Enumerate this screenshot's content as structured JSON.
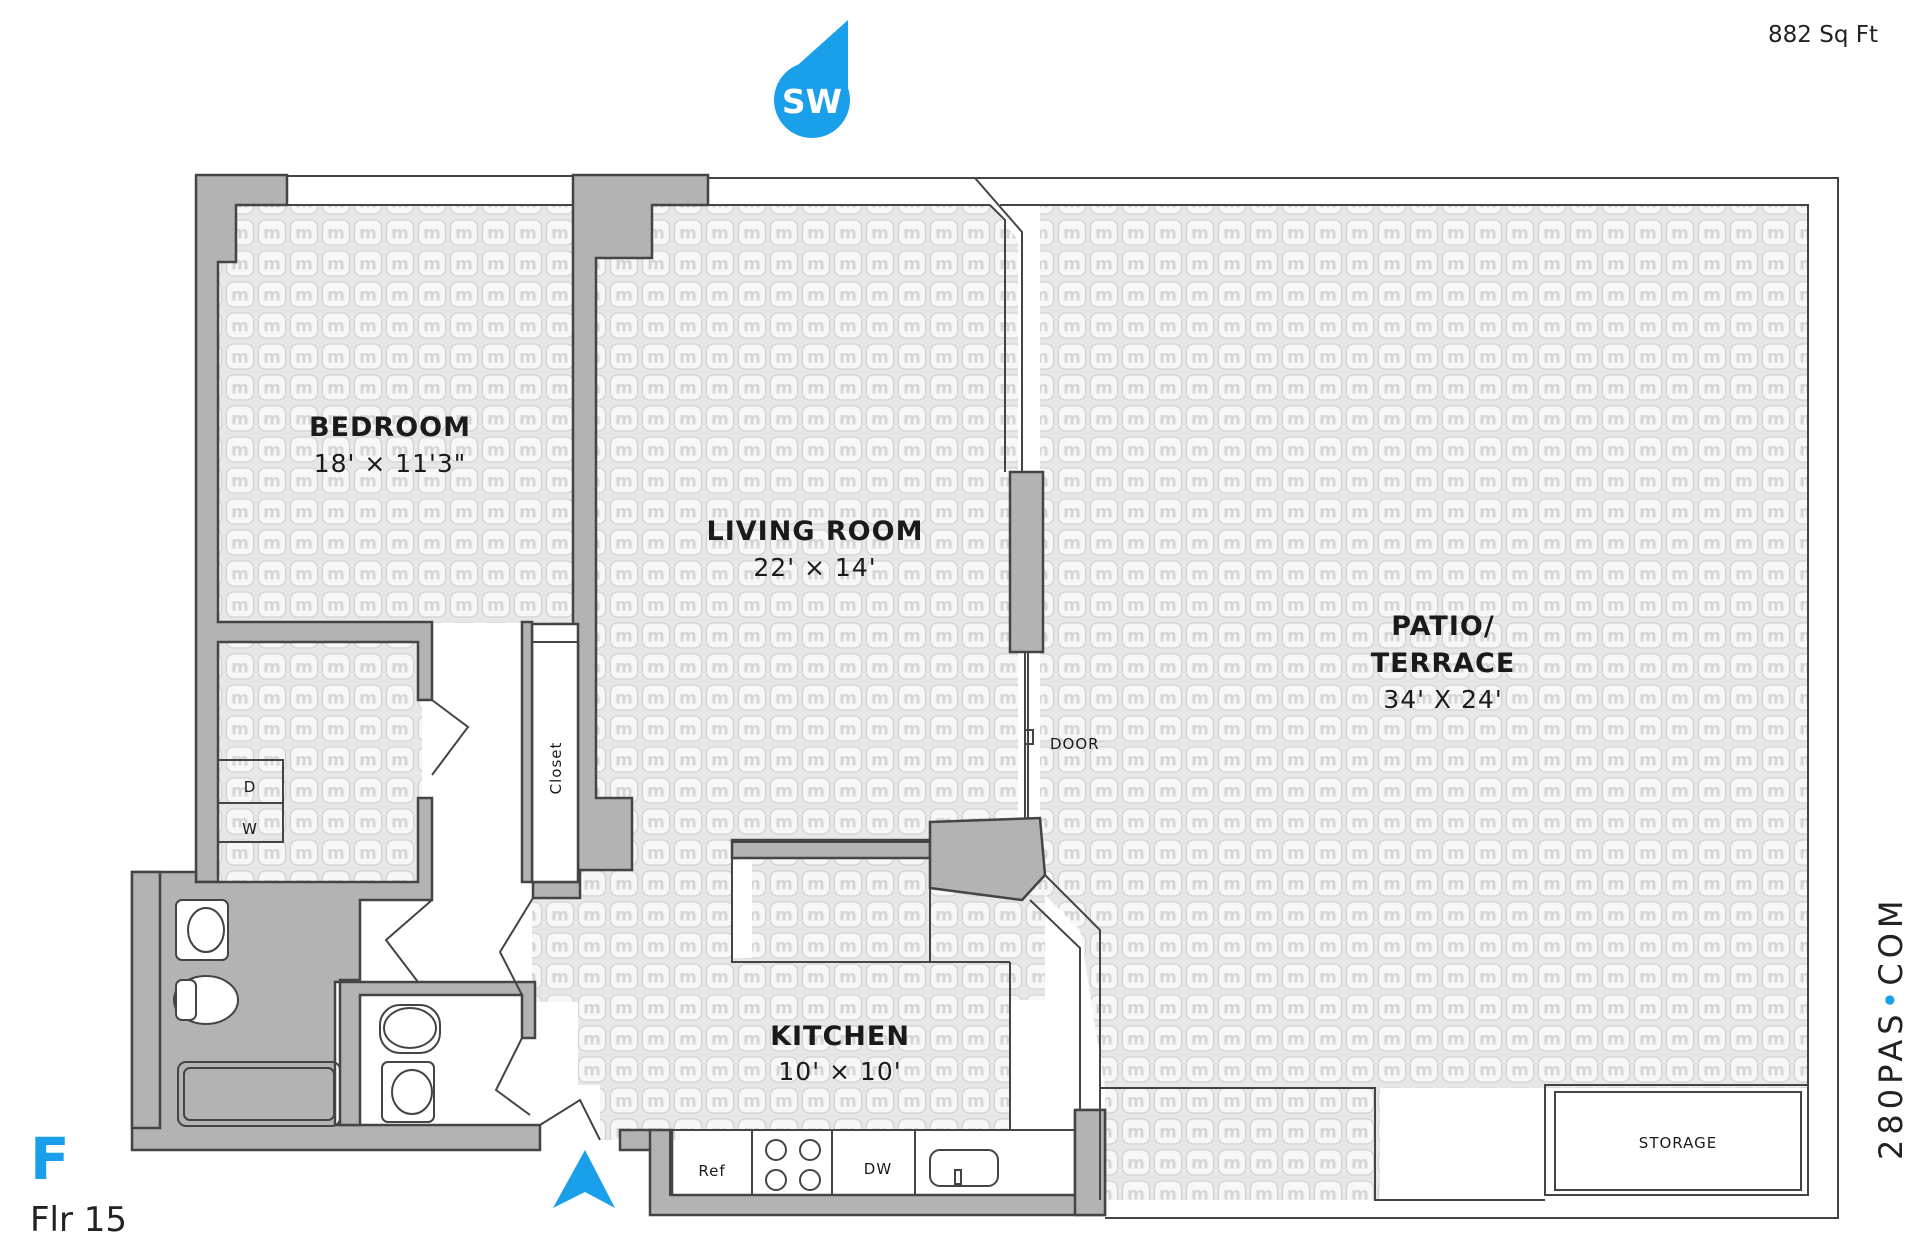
{
  "header": {
    "area": "882 Sq Ft"
  },
  "compass": {
    "label": "SW",
    "color": "#1aa0ea"
  },
  "rooms": {
    "bedroom": {
      "name": "BEDROOM",
      "dims": "18' × 11'3\""
    },
    "living": {
      "name": "LIVING ROOM",
      "dims": "22' × 14'"
    },
    "kitchen": {
      "name": "KITCHEN",
      "dims": "10' × 10'"
    },
    "patio": {
      "name_line1": "PATIO/",
      "name_line2": "TERRACE",
      "dims": "34' X 24'"
    }
  },
  "fixtures": {
    "dryer": "D",
    "washer": "W",
    "closet": "Closet",
    "door": "DOOR",
    "fridge": "Ref",
    "dishwasher": "DW",
    "storage": "STORAGE"
  },
  "footer": {
    "unit": "F",
    "floor": "Flr 15",
    "brand_a": "280PAS",
    "brand_dot": "•",
    "brand_b": "COM"
  },
  "colors": {
    "wall": "#b3b3b3",
    "floor": "#e6e6e6",
    "accent": "#1aa0ea"
  }
}
